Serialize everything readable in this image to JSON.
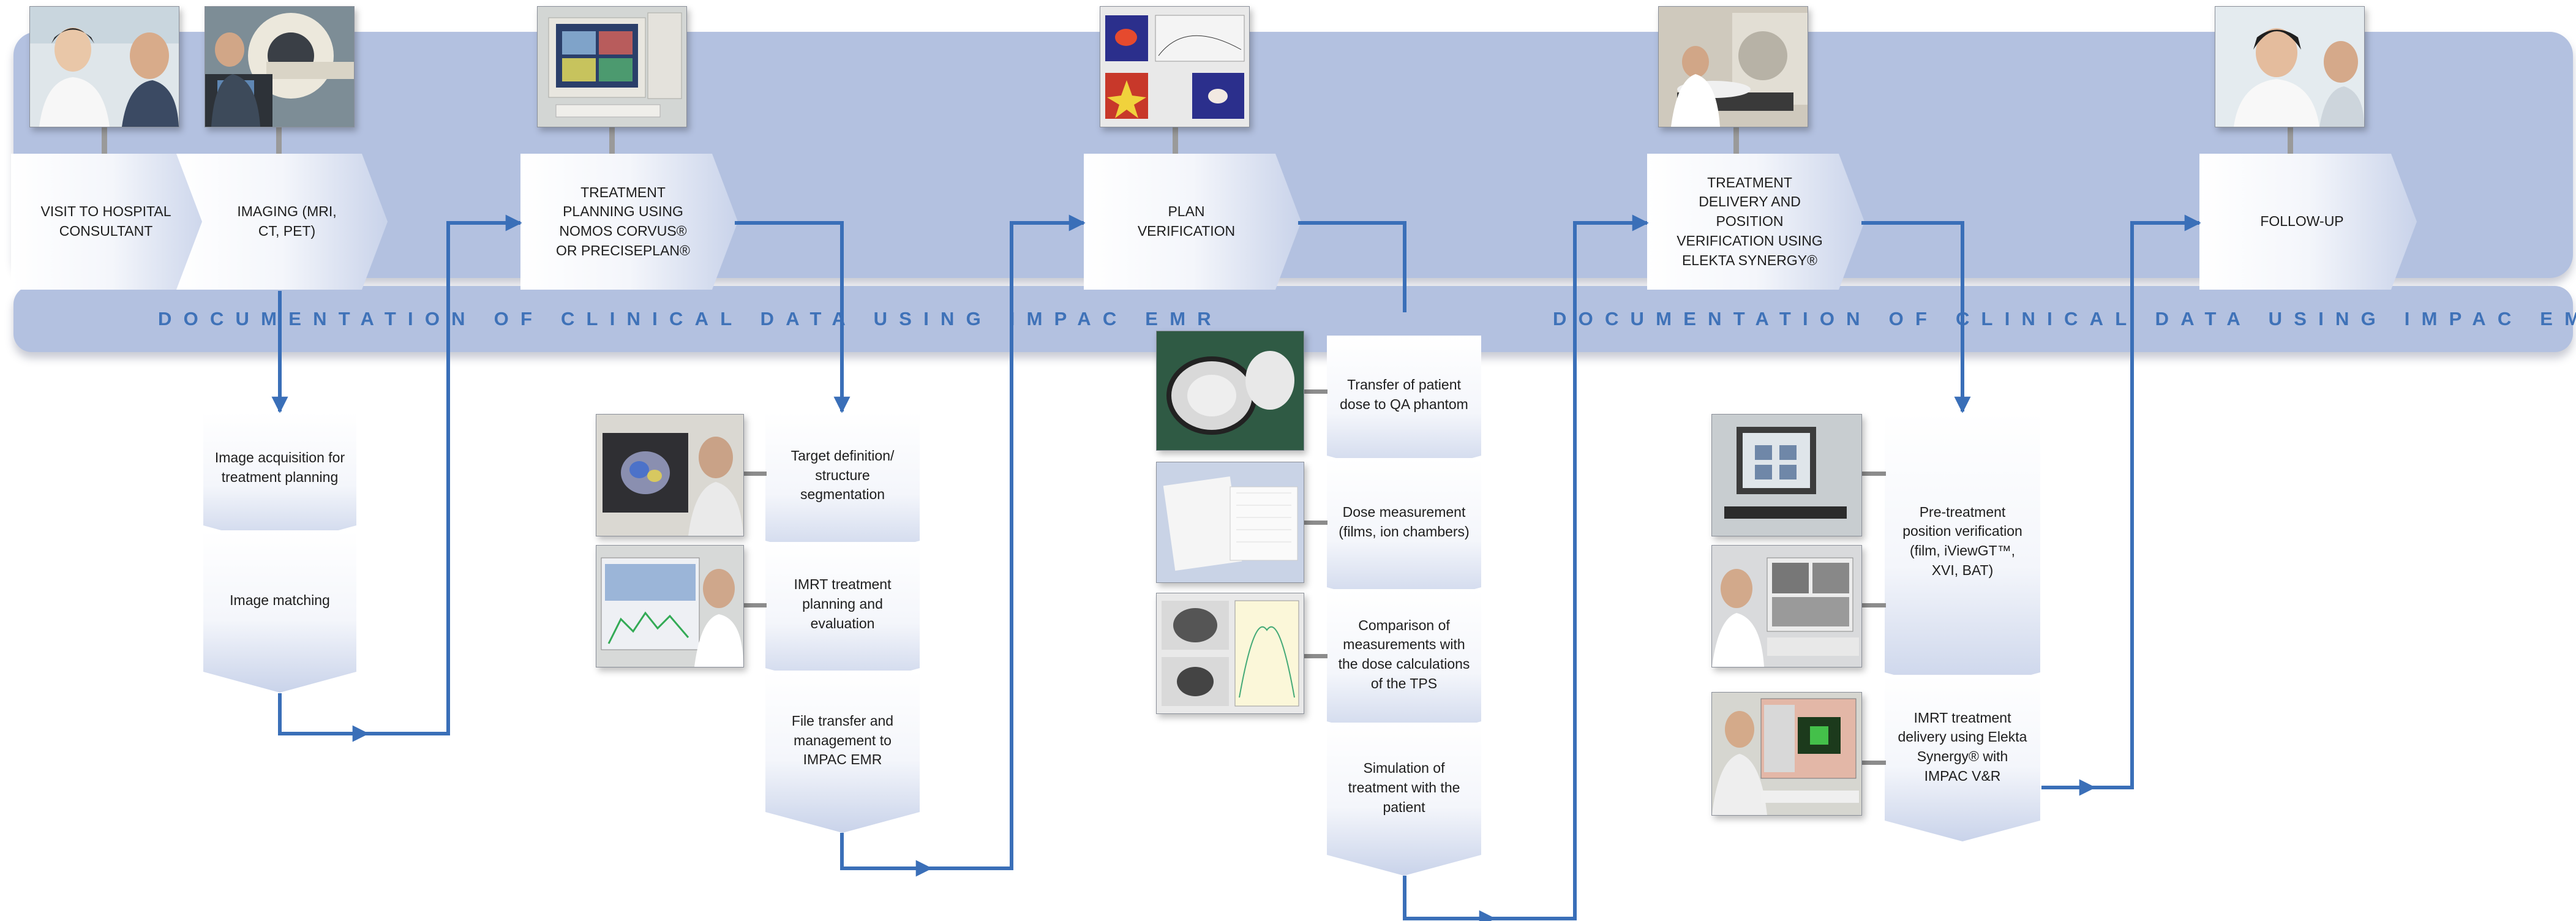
{
  "documentation": {
    "left_label": "DOCUMENTATION OF CLINICAL DATA USING IMPAC EMR",
    "right_label": "DOCUMENTATION OF CLINICAL DATA USING IMPAC EMR"
  },
  "steps": [
    {
      "label": "VISIT TO HOSPITAL CONSULTANT",
      "photo": "doctor-consultation-photo"
    },
    {
      "label": "IMAGING (MRI, CT, PET)",
      "photo": "ct-scanner-photo"
    },
    {
      "label": "TREATMENT PLANNING USING NOMOS CORVUS® OR PRECISEPLAN®",
      "photo": "planning-workstation-photo"
    },
    {
      "label": "PLAN VERIFICATION",
      "photo": "dose-map-photo"
    },
    {
      "label": "TREATMENT DELIVERY AND POSITION VERIFICATION USING ELEKTA SYNERGY®",
      "photo": "linac-treatment-photo"
    },
    {
      "label": "FOLLOW-UP",
      "photo": "doctor-followup-photo"
    }
  ],
  "imaging_substeps": [
    "Image acquisition for treatment planning",
    "Image matching"
  ],
  "planning_substeps": [
    "Target definition/ structure segmentation",
    "IMRT treatment planning and evaluation",
    "File transfer and management to IMPAC EMR"
  ],
  "verification_substeps": [
    "Transfer of patient dose to QA phantom",
    "Dose measurement (films, ion chambers)",
    "Comparison of measurements with the dose calculations of the TPS",
    "Simulation of treatment with the patient"
  ],
  "delivery_substeps": [
    "Pre-treatment position verification (film, iViewGT™, XVI, BAT)",
    "IMRT treatment delivery using Elekta Synergy® with IMPAC V&R"
  ],
  "colors": {
    "band": "#b3c1e0",
    "flow_line": "#3a6fb8",
    "doc_text": "#3f72b8"
  }
}
